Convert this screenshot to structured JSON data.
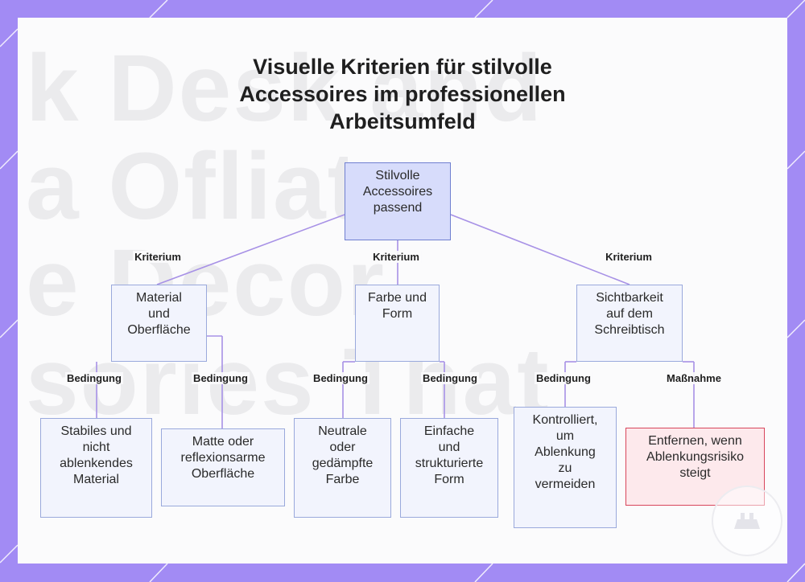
{
  "title": {
    "line1": "Visuelle Kriterien für stilvolle",
    "line2": "Accessoires im professionellen",
    "line3": "Arbeitsumfeld"
  },
  "background_ghost_text": [
    "k Desk and",
    "a Ofliate",
    "e Decor",
    "sories That"
  ],
  "colors": {
    "frame": "#a28bf4",
    "root_fill": "#d7dcfb",
    "node_fill": "#f2f4fd",
    "alert_fill": "#fde9ec",
    "alert_border": "#d8455b",
    "edge": "#a791e6"
  },
  "nodes": {
    "root": "Stilvolle\nAccessoires\npassend",
    "material": "Material\nund\nOberfläche",
    "farbe": "Farbe und\nForm",
    "sichtbarkeit": "Sichtbarkeit\nauf dem\nSchreibtisch",
    "stabil": "Stabiles und\nnicht\nablenkendes\nMaterial",
    "matte": "Matte oder\nreflexionsarme\nOberfläche",
    "neutral": "Neutrale\noder\ngedämpfte\nFarbe",
    "einfach": "Einfache\nund\nstrukturierte\nForm",
    "kontrolliert": "Kontrolliert,\num\nAblenkung\nzu\nvermeiden",
    "entfernen": "Entfernen, wenn\nAblenkungsrisiko\nsteigt"
  },
  "edge_labels": {
    "root_material": "Kriterium",
    "root_farbe": "Kriterium",
    "root_sichtbarkeit": "Kriterium",
    "material_stabil": "Bedingung",
    "material_matte": "Bedingung",
    "farbe_neutral": "Bedingung",
    "farbe_einfach": "Bedingung",
    "sichtbarkeit_kontrolliert": "Bedingung",
    "sichtbarkeit_entfernen": "Maßnahme"
  },
  "logo_icon": "watermark-logo-icon"
}
